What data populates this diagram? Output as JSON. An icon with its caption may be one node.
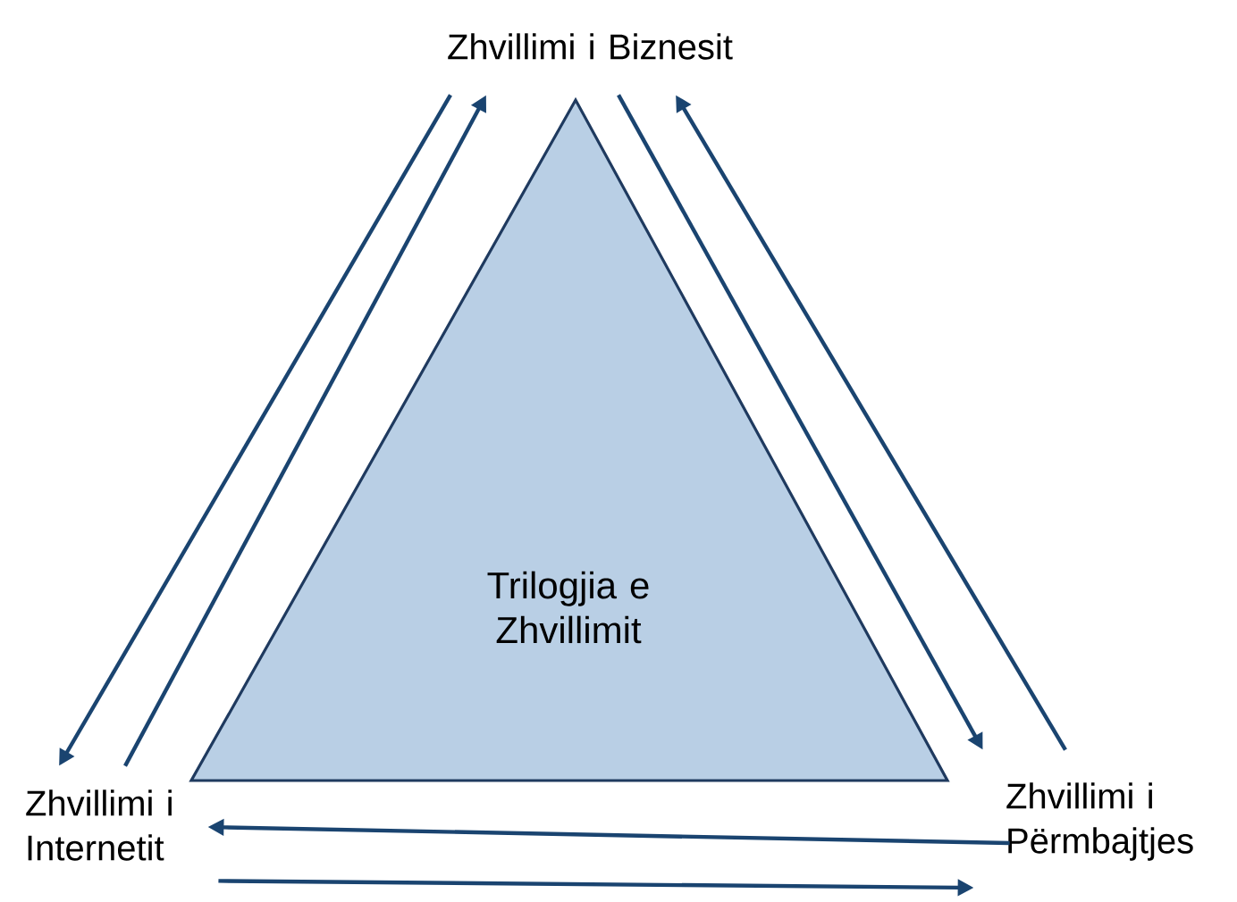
{
  "diagram": {
    "nodes": [
      {
        "text": [
          "Zhvillimi i Biznesit"
        ]
      },
      {
        "text": [
          "Trilogjia e Zhvillimit"
        ]
      },
      {
        "text": [
          "Zhvillimi i Internetit"
        ]
      },
      {
        "text": [
          "Zhvillimi i Përmbajtjes"
        ]
      }
    ],
    "edges": [
      {
        "from": 0,
        "to": 2,
        "arrow": "to"
      },
      {
        "from": 2,
        "to": 0,
        "arrow": "to"
      },
      {
        "from": 0,
        "to": 3,
        "arrow": "to"
      },
      {
        "from": 3,
        "to": 0,
        "arrow": "to"
      },
      {
        "from": 3,
        "to": 2,
        "arrow": "to"
      },
      {
        "from": 2,
        "to": 3,
        "arrow": "to"
      }
    ]
  }
}
